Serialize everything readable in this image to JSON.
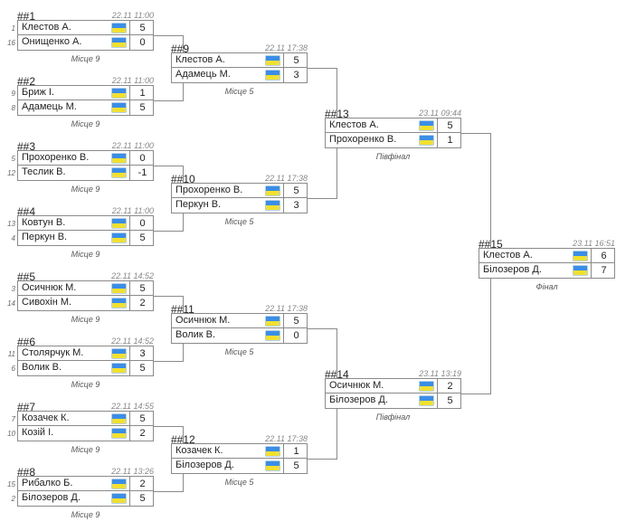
{
  "matches": [
    {
      "id": "##1",
      "date": "22.11 11:00",
      "place": "Місце 9",
      "players": [
        {
          "seed": "1",
          "name": "Клестов А.",
          "score": "5"
        },
        {
          "seed": "16",
          "name": "Онищенко А.",
          "score": "0"
        }
      ]
    },
    {
      "id": "##2",
      "date": "22.11 11:00",
      "place": "Місце 9",
      "players": [
        {
          "seed": "9",
          "name": "Бриж І.",
          "score": "1"
        },
        {
          "seed": "8",
          "name": "Адамець М.",
          "score": "5"
        }
      ]
    },
    {
      "id": "##3",
      "date": "22.11 11:00",
      "place": "Місце 9",
      "players": [
        {
          "seed": "5",
          "name": "Прохоренко В.",
          "score": "0"
        },
        {
          "seed": "12",
          "name": "Теслик В.",
          "score": "-1"
        }
      ]
    },
    {
      "id": "##4",
      "date": "22.11 11:00",
      "place": "Місце 9",
      "players": [
        {
          "seed": "13",
          "name": "Ковтун В.",
          "score": "0"
        },
        {
          "seed": "4",
          "name": "Перкун В.",
          "score": "5"
        }
      ]
    },
    {
      "id": "##5",
      "date": "22.11 14:52",
      "place": "Місце 9",
      "players": [
        {
          "seed": "3",
          "name": "Осичнюк М.",
          "score": "5"
        },
        {
          "seed": "14",
          "name": "Сивохін М.",
          "score": "2"
        }
      ]
    },
    {
      "id": "##6",
      "date": "22.11 14:52",
      "place": "Місце 9",
      "players": [
        {
          "seed": "11",
          "name": "Столярчук М.",
          "score": "3"
        },
        {
          "seed": "6",
          "name": "Волик В.",
          "score": "5"
        }
      ]
    },
    {
      "id": "##7",
      "date": "22.11 14:55",
      "place": "Місце 9",
      "players": [
        {
          "seed": "7",
          "name": "Козачек К.",
          "score": "5"
        },
        {
          "seed": "10",
          "name": "Козій І.",
          "score": "2"
        }
      ]
    },
    {
      "id": "##8",
      "date": "22.11 13:26",
      "place": "Місце 9",
      "players": [
        {
          "seed": "15",
          "name": "Рибалко Б.",
          "score": "2"
        },
        {
          "seed": "2",
          "name": "Білозеров Д.",
          "score": "5"
        }
      ]
    },
    {
      "id": "##9",
      "date": "22.11 17:38",
      "place": "Місце 5",
      "players": [
        {
          "name": "Клестов А.",
          "score": "5"
        },
        {
          "name": "Адамець М.",
          "score": "3"
        }
      ]
    },
    {
      "id": "##10",
      "date": "22.11 17:38",
      "place": "Місце 5",
      "players": [
        {
          "name": "Прохоренко В.",
          "score": "5"
        },
        {
          "name": "Перкун В.",
          "score": "3"
        }
      ]
    },
    {
      "id": "##11",
      "date": "22.11 17:38",
      "place": "Місце 5",
      "players": [
        {
          "name": "Осичнюк М.",
          "score": "5"
        },
        {
          "name": "Волик В.",
          "score": "0"
        }
      ]
    },
    {
      "id": "##12",
      "date": "22.11 17:38",
      "place": "Місце 5",
      "players": [
        {
          "name": "Козачек К.",
          "score": "1"
        },
        {
          "name": "Білозеров Д.",
          "score": "5"
        }
      ]
    },
    {
      "id": "##13",
      "date": "23.11 09:44",
      "place": "Півфінал",
      "players": [
        {
          "name": "Клестов А.",
          "score": "5"
        },
        {
          "name": "Прохоренко В.",
          "score": "1"
        }
      ]
    },
    {
      "id": "##14",
      "date": "23.11 13:19",
      "place": "Півфінал",
      "players": [
        {
          "name": "Осичнюк М.",
          "score": "2"
        },
        {
          "name": "Білозеров Д.",
          "score": "5"
        }
      ]
    },
    {
      "id": "##15",
      "date": "23.11 16:51",
      "place": "Фінал",
      "players": [
        {
          "name": "Клестов А.",
          "score": "6"
        },
        {
          "name": "Білозеров Д.",
          "score": "7"
        }
      ]
    }
  ],
  "flag_icon": "ukraine-flag-icon",
  "colors": {
    "flag_blue": "#3a8ee6",
    "flag_yellow": "#f2e030",
    "border": "#8a8a8a"
  }
}
